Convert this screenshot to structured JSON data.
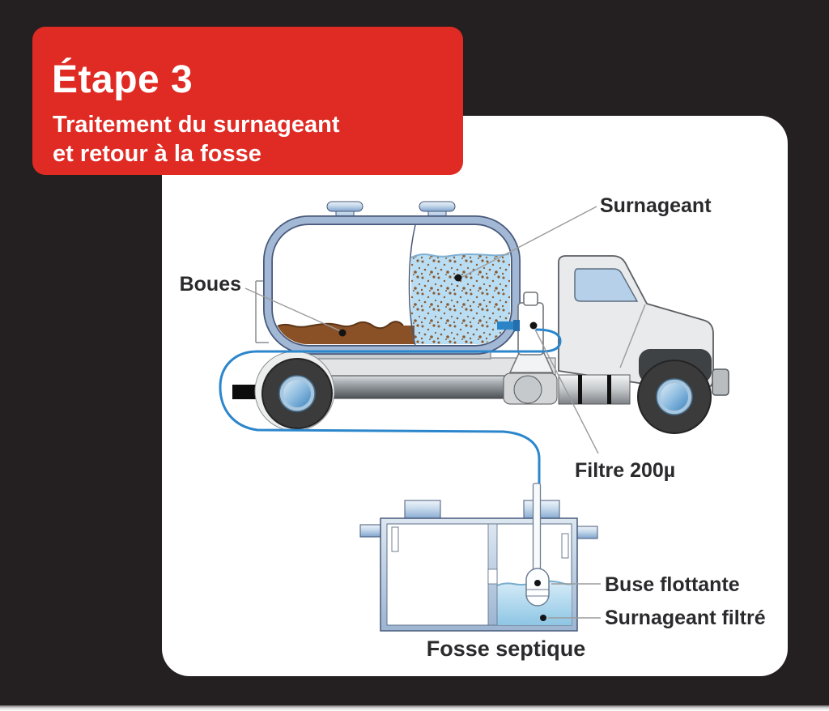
{
  "page": {
    "background": "#241f20",
    "card_background": "#ffffff"
  },
  "header": {
    "title": "Étape 3",
    "subtitle_line1": "Traitement du surnageant",
    "subtitle_line2": "et retour à la fosse",
    "accent_color": "#df2b24",
    "text_color": "#ffffff"
  },
  "diagram": {
    "labels": {
      "surnageant": "Surnageant",
      "boues": "Boues",
      "filtre": "Filtre 200µ",
      "buse_flottante": "Buse flottante",
      "surnageant_filtre": "Surnageant filtré",
      "fosse_septique": "Fosse septique"
    },
    "colors": {
      "hose": "#2b86cc",
      "supernatant": "#b9ddf3",
      "sludge": "#8a5127",
      "tank_steel": "#a2b8d4",
      "filtered_supernatant": "#9fd0e8",
      "label_text": "#2a2a2c"
    }
  }
}
